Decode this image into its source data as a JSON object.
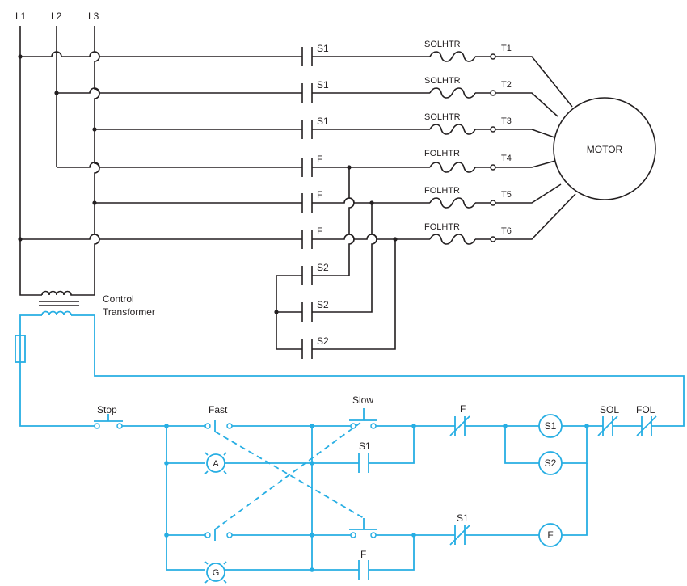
{
  "lines": {
    "l1": "L1",
    "l2": "L2",
    "l3": "L3"
  },
  "power": {
    "contacts": [
      "S1",
      "S1",
      "S1",
      "F",
      "F",
      "F"
    ],
    "s2_contacts": [
      "S2",
      "S2",
      "S2"
    ],
    "overloads": [
      "SOLHTR",
      "SOLHTR",
      "SOLHTR",
      "FOLHTR",
      "FOLHTR",
      "FOLHTR"
    ],
    "terminals": [
      "T1",
      "T2",
      "T3",
      "T4",
      "T5",
      "T6"
    ],
    "motor": "MOTOR"
  },
  "transformer": {
    "line1": "Control",
    "line2": "Transformer"
  },
  "control": {
    "stop": "Stop",
    "fast": "Fast",
    "slow": "Slow",
    "f_nc": "F",
    "s1_coil": "S1",
    "s2_coil": "S2",
    "sol": "SOL",
    "fol": "FOL",
    "s1_seal": "S1",
    "pilot_a": "A",
    "s1_nc": "S1",
    "f_coil": "F",
    "f_seal": "F",
    "pilot_g": "G"
  },
  "colors": {
    "power": "#231f20",
    "control": "#27aee3"
  }
}
